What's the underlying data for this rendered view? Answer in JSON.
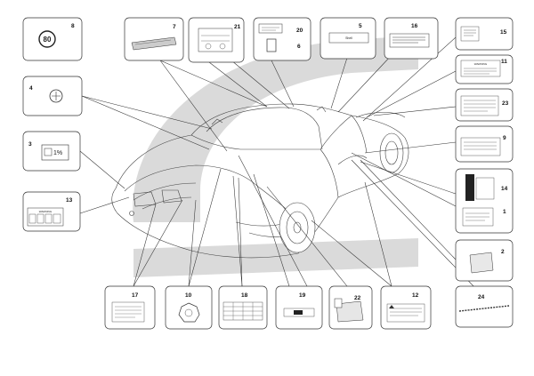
{
  "labels": [
    {
      "id": "1",
      "text": "1"
    },
    {
      "id": "2",
      "text": "2"
    },
    {
      "id": "3",
      "text": "3"
    },
    {
      "id": "4",
      "text": "4"
    },
    {
      "id": "5",
      "text": "5"
    },
    {
      "id": "6",
      "text": "6"
    },
    {
      "id": "7",
      "text": "7"
    },
    {
      "id": "8",
      "text": "8"
    },
    {
      "id": "9",
      "text": "9"
    },
    {
      "id": "10",
      "text": "10"
    },
    {
      "id": "11",
      "text": "11"
    },
    {
      "id": "12",
      "text": "12"
    },
    {
      "id": "13",
      "text": "13"
    },
    {
      "id": "14",
      "text": "14"
    },
    {
      "id": "15",
      "text": "15"
    },
    {
      "id": "16",
      "text": "16"
    },
    {
      "id": "17",
      "text": "17"
    },
    {
      "id": "18",
      "text": "18"
    },
    {
      "id": "19",
      "text": "19"
    },
    {
      "id": "20",
      "text": "20"
    },
    {
      "id": "21",
      "text": "21"
    },
    {
      "id": "22",
      "text": "22"
    },
    {
      "id": "23",
      "text": "23"
    },
    {
      "id": "24",
      "text": "24"
    }
  ],
  "sticker_text": {
    "speed_limit": "80",
    "fuel_percent": "1%",
    "brand_label": "Shell",
    "warning": "WARNING"
  },
  "colors": {
    "watermark": "#dadada",
    "line": "#333333"
  }
}
